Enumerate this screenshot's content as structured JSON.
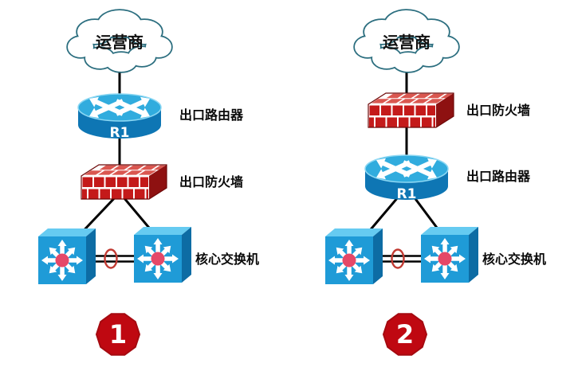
{
  "colors": {
    "background": "#ffffff",
    "connector": "#000000",
    "cloud_outline": "#2B6E7F",
    "router_top": "#31ACDE",
    "router_body": "#0E76B4",
    "router_rim": "#8BD7F3",
    "firewall_front": "#C41A1A",
    "firewall_top": "#DA5750",
    "firewall_side": "#8E1111",
    "firewall_outline": "#6E0909",
    "switch_top": "#66CBF1",
    "switch_front": "#1F9BD7",
    "switch_side": "#0D6CA4",
    "switch_hub": "#E54868",
    "link_ring": "#C13A32",
    "badge": "#BF0811",
    "badge_border": "#A50A10",
    "label_text": "#0A0A0A"
  },
  "icon_names": [
    "cloud-icon",
    "router-icon",
    "firewall-icon",
    "switch-icon",
    "link-aggregation-ring"
  ],
  "diagrams": [
    {
      "badge": "1",
      "cloud_label": "运营商",
      "nodes": [
        {
          "slot": "A",
          "type": "router",
          "name": "R1",
          "label": "出口路由器"
        },
        {
          "slot": "B",
          "type": "firewall",
          "label": "出口防火墙"
        }
      ],
      "switches_label": "核心交换机"
    },
    {
      "badge": "2",
      "cloud_label": "运营商",
      "nodes": [
        {
          "slot": "A",
          "type": "firewall",
          "label": "出口防火墙"
        },
        {
          "slot": "B",
          "type": "router",
          "name": "R1",
          "label": "出口路由器"
        }
      ],
      "switches_label": "核心交换机"
    }
  ]
}
